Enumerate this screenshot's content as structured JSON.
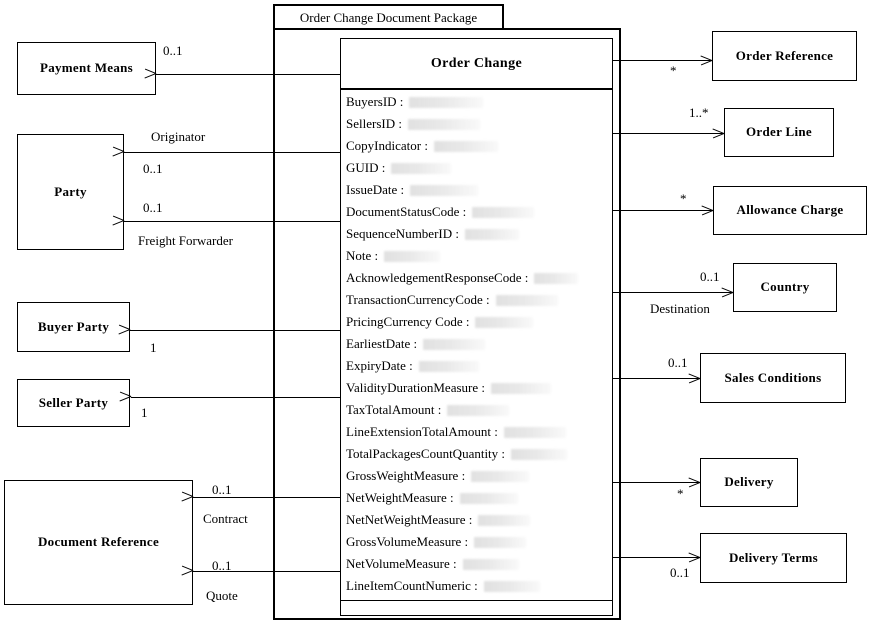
{
  "diagram": {
    "package_name": "Order Change Document Package",
    "main_class": {
      "name": "Order Change",
      "attributes": [
        "BuyersID :",
        "SellersID :",
        "CopyIndicator :",
        "GUID :",
        "IssueDate :",
        "DocumentStatusCode :",
        "SequenceNumberID :",
        "Note :",
        "AcknowledgementResponseCode :",
        "TransactionCurrencyCode :",
        "PricingCurrency Code :",
        "EarliestDate :",
        "ExpiryDate :",
        "ValidityDurationMeasure :",
        "TaxTotalAmount :",
        "LineExtensionTotalAmount :",
        "TotalPackagesCountQuantity :",
        "GrossWeightMeasure :",
        "NetWeightMeasure :",
        "NetNetWeightMeasure :",
        "GrossVolumeMeasure :",
        "NetVolumeMeasure :",
        "LineItemCountNumeric :"
      ]
    },
    "left_classes": [
      {
        "name": "Payment Means"
      },
      {
        "name": "Party"
      },
      {
        "name": "Buyer Party"
      },
      {
        "name": "Seller Party"
      },
      {
        "name": "Document Reference"
      }
    ],
    "right_classes": [
      {
        "name": "Order Reference"
      },
      {
        "name": "Order Line"
      },
      {
        "name": "Allowance Charge"
      },
      {
        "name": "Country"
      },
      {
        "name": "Sales Conditions"
      },
      {
        "name": "Delivery"
      },
      {
        "name": "Delivery Terms"
      }
    ],
    "associations_left": [
      {
        "target": "Payment Means",
        "multiplicity": "0..1",
        "role": ""
      },
      {
        "target": "Party",
        "multiplicity": "0..1",
        "role": "Originator"
      },
      {
        "target": "Party",
        "multiplicity": "0..1",
        "role": "Freight Forwarder"
      },
      {
        "target": "Buyer Party",
        "multiplicity": "1",
        "role": ""
      },
      {
        "target": "Seller Party",
        "multiplicity": "1",
        "role": ""
      },
      {
        "target": "Document Reference",
        "multiplicity": "0..1",
        "role": "Contract"
      },
      {
        "target": "Document Reference",
        "multiplicity": "0..1",
        "role": "Quote"
      }
    ],
    "associations_right": [
      {
        "target": "Order Reference",
        "multiplicity": "*",
        "role": ""
      },
      {
        "target": "Order Line",
        "multiplicity": "1..*",
        "role": ""
      },
      {
        "target": "Allowance Charge",
        "multiplicity": "*",
        "role": ""
      },
      {
        "target": "Country",
        "multiplicity": "0..1",
        "role": "Destination"
      },
      {
        "target": "Sales Conditions",
        "multiplicity": "0..1",
        "role": ""
      },
      {
        "target": "Delivery",
        "multiplicity": "*",
        "role": ""
      },
      {
        "target": "Delivery Terms",
        "multiplicity": "0..1",
        "role": ""
      }
    ],
    "colors": {
      "line": "#000000",
      "background": "#ffffff",
      "text": "#000000"
    }
  }
}
